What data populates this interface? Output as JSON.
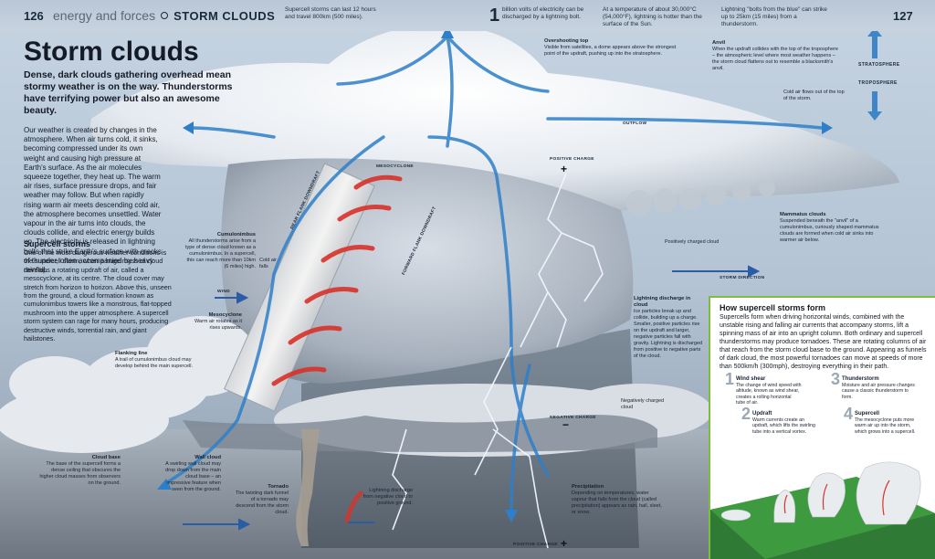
{
  "header": {
    "page_left": "126",
    "section_light": "energy and forces",
    "section_bold": "STORM CLOUDS",
    "page_right": "127",
    "fact1": "Supercell storms can last 12 hours and travel 800km (500 miles).",
    "fact2_num": "1",
    "fact2": "billion volts of electricity can be discharged by a lightning bolt.",
    "fact3": "At a temperature of about 30,000°C (54,000°F), lightning is hotter than the surface of the Sun.",
    "fact4": "Lightning \"bolts from the blue\" can strike up to 25km (15 miles) from a thunderstorm."
  },
  "title": "Storm clouds",
  "intro": "Dense, dark clouds gathering overhead mean stormy weather is on the way. Thunderstorms have terrifying power but also an awesome beauty.",
  "body": "Our weather is created by changes in the atmosphere. When air turns cold, it sinks, becoming compressed under its own weight and causing high pressure at Earth's surface. As the air molecules squeeze together, they heat up. The warm air rises, surface pressure drops, and fair weather may follow. But when rapidly rising warm air meets descending cold air, the atmosphere becomes unsettled. Water vapour in the air turns into clouds, the clouds collide, and electric energy builds up. The electricity is released in lightning bolts that strike Earth's surface with cracks of thunder, often accompanied by heavy rainfall.",
  "supercell": {
    "heading": "Supercell storms",
    "text": "One of the most dangerous weather conditions is the supercell storm, when a huge mass of cloud develops a rotating updraft of air, called a mesocyclone, at its centre. The cloud cover may stretch from horizon to horizon. Above this, unseen from the ground, a cloud formation known as cumulonimbus towers like a monstrous, flat-topped mushroom into the upper atmosphere. A supercell storm system can rage for many hours, producing destructive winds, torrential rain, and giant hailstones."
  },
  "labels": {
    "overshooting_title": "Overshooting top",
    "overshooting_text": "Visible from satellites, a dome appears above the strongest point of the updraft, pushing up into the stratosphere.",
    "anvil_title": "Anvil",
    "anvil_text": "When the updraft collides with the top of the troposphere – the atmospheric level where most weather happens – the storm cloud flattens out to resemble a blacksmith's anvil.",
    "stratosphere": "STRATOSPHERE",
    "troposphere": "TROPOSPHERE",
    "cold_air_flows": "Cold air flows out of the top of the storm.",
    "outflow": "OUTFLOW",
    "positive_charge": "POSITIVE CHARGE",
    "mesocyclone_tag": "MESOCYCLONE",
    "cumulonimbus_title": "Cumulonimbus",
    "cumulonimbus_text": "All thunderstorms arise from a type of dense cloud known as a cumulonimbus. In a supercell, this can reach more than 10km (6 miles) high.",
    "cold_air_falls": "Cold air falls",
    "rear_flank": "REAR FLANK DOWNDRAFT",
    "forward_flank": "FORWARD FLANK DOWNDRAFT",
    "wind": "WIND",
    "mesocyclone_title": "Mesocyclone",
    "mesocyclone_text": "Warm air rotates as it rises upwards.",
    "positively_charged": "Positively charged cloud",
    "mammatus_title": "Mammatus clouds",
    "mammatus_text": "Suspended beneath the \"anvil\" of a cumulonimbus, curiously shaped mammatus clouds are formed when cold air sinks into warmer air below.",
    "storm_direction": "STORM DIRECTION",
    "lightning_title": "Lightning discharge in cloud",
    "lightning_text": "Ice particles break up and collide, building up a charge. Smaller, positive particles rise on the updraft and larger, negative particles fall with gravity. Lightning is discharged from positive to negative parts of the cloud.",
    "flanking_title": "Flanking line",
    "flanking_text": "A trail of cumulonimbus cloud may develop behind the main supercell.",
    "negatively_charged": "Negatively charged cloud",
    "negative_charge": "NEGATIVE CHARGE",
    "cloud_base_title": "Cloud base",
    "cloud_base_text": "The base of the supercell forms a dense ceiling that obscures the higher cloud masses from observers on the ground.",
    "wall_cloud_title": "Wall cloud",
    "wall_cloud_text": "A swirling wall cloud may drop down from the main cloud base – an impressive feature when seen from the ground.",
    "tornado_title": "Tornado",
    "tornado_text": "The twisting dark funnel of a tornado may descend from the storm cloud.",
    "lightning_ground": "Lightning discharge from negative cloud to positive ground.",
    "precip_title": "Precipitation",
    "precip_text": "Depending on temperatures, water vapour that falls from the cloud (called precipitation) appears as rain, hail, sleet, or snow.",
    "positive_charge_ground": "POSITIVE CHARGE"
  },
  "panel": {
    "title": "How supercell storms form",
    "text": "Supercells form when driving horizontal winds, combined with the unstable rising and falling air currents that accompany storms, lift a spinning mass of air into an upright column. Both ordinary and supercell thunderstorms may produce tornadoes. These are rotating columns of air that reach from the storm cloud base to the ground. Appearing as funnels of dark cloud, the most powerful tornadoes can move at speeds of more than 500km/h (300mph), destroying everything in their path.",
    "steps": [
      {
        "n": "1",
        "title": "Wind shear",
        "text": "The change of wind speed with altitude, known as wind shear, creates a rolling horizontal tube of air."
      },
      {
        "n": "2",
        "title": "Updraft",
        "text": "Warm currents create an updraft, which lifts the swirling tube into a vertical vortex."
      },
      {
        "n": "3",
        "title": "Thunderstorm",
        "text": "Moisture and air pressure changes cause a classic thunderstorm to form."
      },
      {
        "n": "4",
        "title": "Supercell",
        "text": "The mesocyclone puts more warm air up into the storm, which grows into a supercell."
      }
    ]
  },
  "colors": {
    "accent_green": "#7bbf3a",
    "arrow_blue": "#2f7fc8",
    "arrow_red": "#d9322a"
  }
}
